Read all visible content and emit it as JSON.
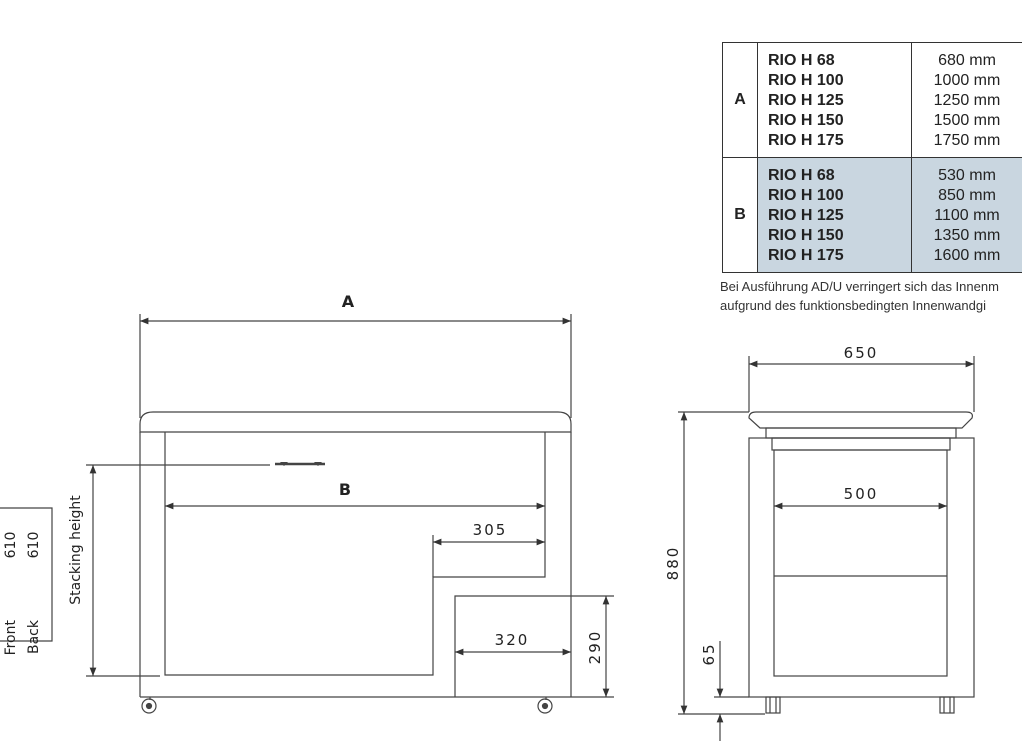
{
  "table": {
    "rows": [
      {
        "group": "A",
        "shaded": false,
        "models": [
          "RIO H 68",
          "RIO H 100",
          "RIO H 125",
          "RIO H 150",
          "RIO H 175"
        ],
        "values": [
          "680 mm",
          "1000 mm",
          "1250 mm",
          "1500 mm",
          "1750 mm"
        ]
      },
      {
        "group": "B",
        "shaded": true,
        "models": [
          "RIO H 68",
          "RIO H 100",
          "RIO H 125",
          "RIO H 150",
          "RIO H 175"
        ],
        "values": [
          "530 mm",
          "850 mm",
          "1100 mm",
          "1350 mm",
          "1600 mm"
        ]
      }
    ],
    "shade_color": "#c9d6e0"
  },
  "note": {
    "line1": "Bei Ausführung AD/U verringert sich das Innenm",
    "line2": "aufgrund des funktionsbedingten Innenwandgi"
  },
  "front_view": {
    "label_a": "A",
    "label_b": "B",
    "dim_305": "305",
    "dim_320": "320",
    "dim_290": "290",
    "stacking_label": "Stacking height"
  },
  "stacking_box": {
    "front_label": "Front",
    "front_value": "610",
    "back_label": "Back",
    "back_value": "610"
  },
  "side_view": {
    "dim_650": "650",
    "dim_500": "500",
    "dim_880": "880",
    "dim_65": "65"
  }
}
